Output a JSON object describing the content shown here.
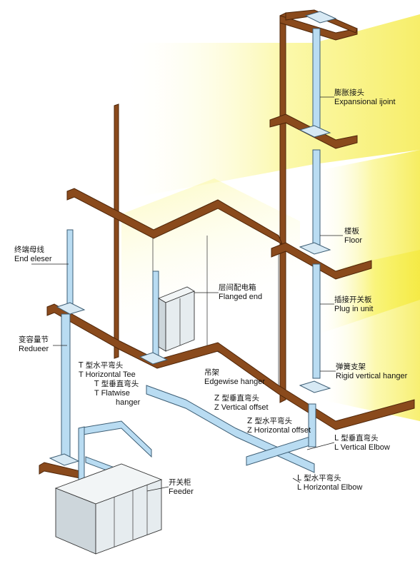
{
  "labels": {
    "expansion_joint": {
      "zh": "膨胀接头",
      "en": "Expansional ijoint"
    },
    "floor": {
      "zh": "楼板",
      "en": "Floor"
    },
    "flanged_end": {
      "zh": "层间配电箱",
      "en": "Flanged end"
    },
    "plug_in_unit": {
      "zh": "插接开关板",
      "en": "Plug in unit"
    },
    "end_closer": {
      "zh": "终端母线",
      "en": "End eleser"
    },
    "reducer": {
      "zh": "变容量节",
      "en": "Redueer"
    },
    "t_horizontal_tee": {
      "zh": "T 型水平弯头",
      "en": "T Horizontal Tee"
    },
    "t_flatwise": {
      "zh": "T 型垂直弯头",
      "en": "T Flatwise"
    },
    "hanger": {
      "en": "hanger"
    },
    "edgewise_hanger": {
      "zh": "吊架",
      "en": "Edgewise hanger"
    },
    "z_vertical_offset": {
      "zh": "Z 型垂直弯头",
      "en": "Z Vertical offset"
    },
    "z_horizontal_offset": {
      "zh": "Z 型水平弯头",
      "en": "Z Horizontal offset"
    },
    "rigid_vertical_hanger": {
      "zh": "弹簧支架",
      "en": "Rigid vertical hanger"
    },
    "l_vertical_elbow": {
      "zh": "L 型垂直弯头",
      "en": "L Vertical Elbow"
    },
    "l_horizontal_elbow": {
      "zh": "L 型水平弯头",
      "en": "L Horizontal Elbow"
    },
    "feeder": {
      "zh": "开关柜",
      "en": "Feeder"
    }
  },
  "colors": {
    "beam": "#8a4a1c",
    "beam_edge": "#4e2508",
    "wall_glow": "#f7f04a",
    "busway": "#b9dcf2",
    "busway_edge": "#3c5d74",
    "cabinet": "#e6ecef",
    "line": "#222222"
  }
}
